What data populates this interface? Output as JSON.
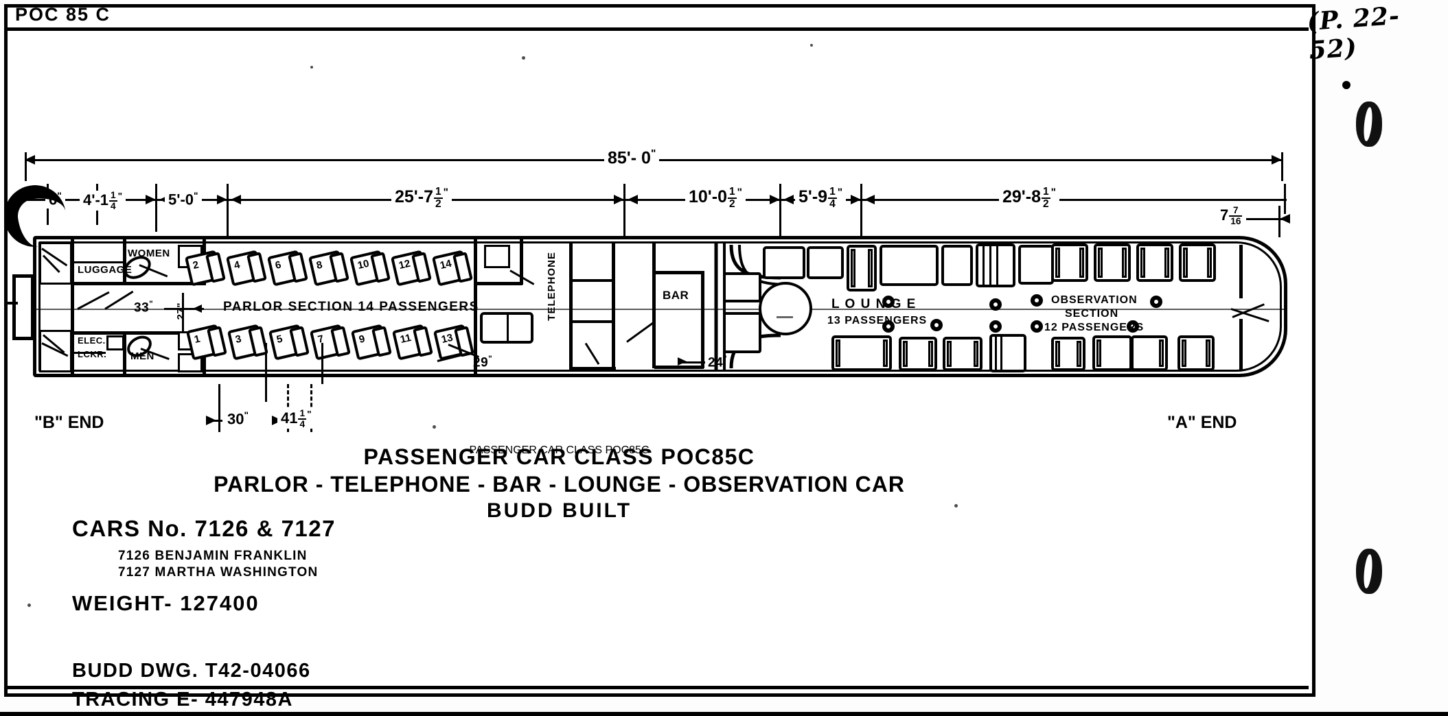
{
  "sheet": {
    "tab_label": "POC 85 C",
    "hand_note": "(P. 22-52)"
  },
  "plan": {
    "end_b_label": "\"B\" END",
    "end_a_label": "\"A\" END",
    "rooms": [
      {
        "id": "luggage",
        "label": "LUGGAGE"
      },
      {
        "id": "women",
        "label": "WOMEN"
      },
      {
        "id": "elec",
        "label": "ELEC."
      },
      {
        "id": "elec2",
        "label": "LCKR."
      },
      {
        "id": "men",
        "label": "MEN"
      },
      {
        "id": "telephone",
        "label": "TELEPHONE"
      },
      {
        "id": "bar",
        "label": "BAR"
      }
    ],
    "sections": [
      {
        "id": "parlor",
        "line1": "PARLOR SECTION  14 PASSENGERS"
      },
      {
        "id": "lounge",
        "line1": "L O U N G E",
        "line2": "13 PASSENGERS"
      },
      {
        "id": "observation",
        "line1": "OBSERVATION",
        "line2": "SECTION",
        "line3": "12 PASSENGERS"
      }
    ],
    "parlor_seats_upper": [
      "2",
      "4",
      "6",
      "8",
      "10",
      "12",
      "14"
    ],
    "parlor_seats_lower": [
      "1",
      "3",
      "5",
      "7",
      "9",
      "11",
      "13"
    ],
    "interior_dims": [
      {
        "id": "d33",
        "value": "33",
        "unit": "\""
      },
      {
        "id": "d27",
        "value": "27",
        "unit": "\""
      },
      {
        "id": "d29",
        "value": "29",
        "unit": "\""
      },
      {
        "id": "d24",
        "value": "24",
        "unit": "\""
      },
      {
        "id": "d30",
        "value": "30",
        "unit": "\""
      }
    ]
  },
  "dimensions": {
    "overall": {
      "feet": "85'",
      "inches": "0",
      "mark": "\""
    },
    "chain": [
      {
        "id": "dim-6in",
        "text": "6",
        "frac": null,
        "mark": "\"",
        "feet": null
      },
      {
        "id": "dim-4-1-4",
        "text": "4'-1",
        "frac": {
          "n": "1",
          "d": "4"
        },
        "mark": "\""
      },
      {
        "id": "dim-5-0",
        "text": "5'-0",
        "frac": null,
        "mark": "\""
      },
      {
        "id": "dim-25-7-1-2",
        "text": "25'-7",
        "frac": {
          "n": "1",
          "d": "2"
        },
        "mark": "\""
      },
      {
        "id": "dim-10-0-1-2",
        "text": "10'-0",
        "frac": {
          "n": "1",
          "d": "2"
        },
        "mark": "\""
      },
      {
        "id": "dim-5-9-1-4",
        "text": "5'-9",
        "frac": {
          "n": "1",
          "d": "4"
        },
        "mark": "\""
      },
      {
        "id": "dim-29-8-1-2",
        "text": "29'-8",
        "frac": {
          "n": "1",
          "d": "2"
        },
        "mark": "\""
      },
      {
        "id": "dim-7-7-16",
        "text": "7",
        "frac": {
          "n": "7",
          "d": "16"
        },
        "mark": ""
      }
    ],
    "bottom_chain": [
      {
        "id": "dim-30in",
        "text": "30",
        "frac": null,
        "mark": "\""
      },
      {
        "id": "dim-41-1-4",
        "text": "41",
        "frac": {
          "n": "1",
          "d": "4"
        },
        "mark": "\""
      }
    ]
  },
  "titleblock": {
    "line1": "PASSENGER CAR CLASS POC85C",
    "line2": "PARLOR - TELEPHONE - BAR - LOUNGE - OBSERVATION CAR",
    "line3": "BUDD  BUILT",
    "cars": "CARS No. 7126  &  7127",
    "car_name_1": "7126  BENJAMIN FRANKLIN",
    "car_name_2": "7127  MARTHA WASHINGTON",
    "weight": "WEIGHT-  127400",
    "dwg": "BUDD DWG. T42-04066",
    "tracing": "TRACING E- 447948A"
  }
}
